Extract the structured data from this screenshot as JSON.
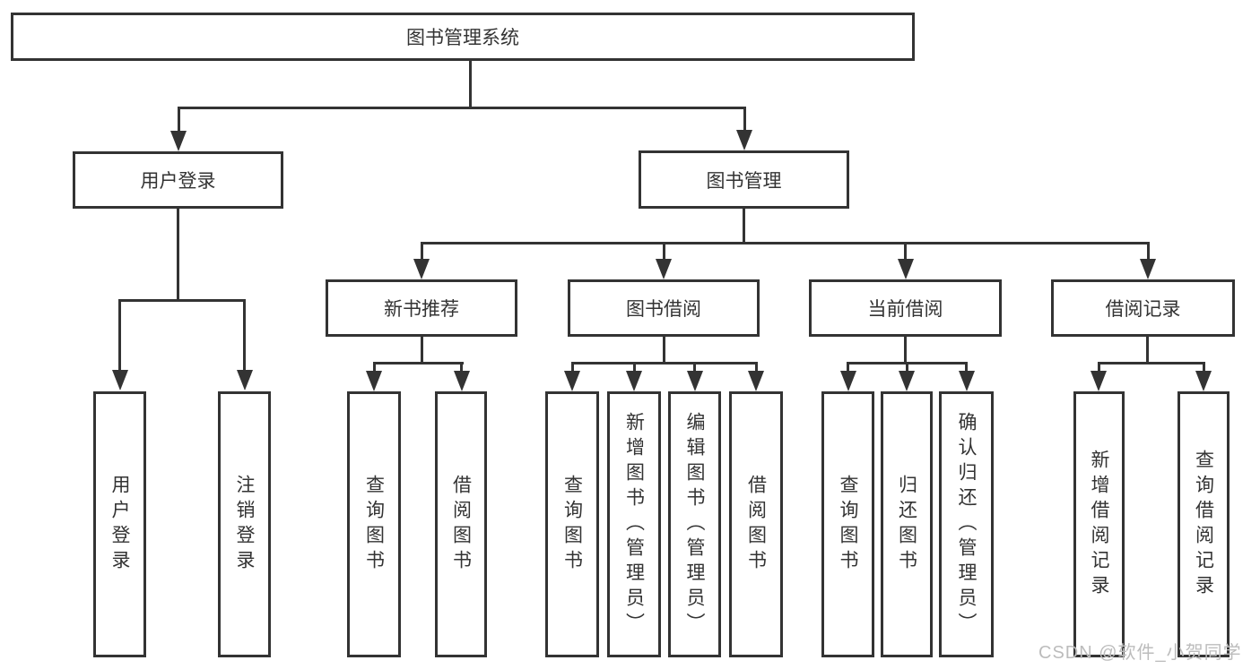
{
  "diagram": {
    "title": "图书管理系统",
    "colors": {
      "line": "#333333",
      "text": "#333333",
      "watermark": "#bcbcbc",
      "background": "#ffffff"
    },
    "nodes": {
      "root": "图书管理系统",
      "user_login": "用户登录",
      "book_mgmt": "图书管理",
      "new_book_rec": "新书推荐",
      "book_borrow": "图书借阅",
      "current_borrow": "当前借阅",
      "borrow_records": "借阅记录",
      "user_login_children": [
        "用户登录",
        "注销登录"
      ],
      "new_book_rec_children": [
        "查询图书",
        "借阅图书"
      ],
      "book_borrow_children": [
        "查询图书",
        "新增图书（管理员）",
        "编辑图书（管理员）",
        "借阅图书"
      ],
      "current_borrow_children": [
        "查询图书",
        "归还图书",
        "确认归还（管理员）"
      ],
      "borrow_records_children": [
        "新增借阅记录",
        "查询借阅记录"
      ]
    }
  },
  "watermark": {
    "text": "CSDN @软件_小贺同学"
  }
}
